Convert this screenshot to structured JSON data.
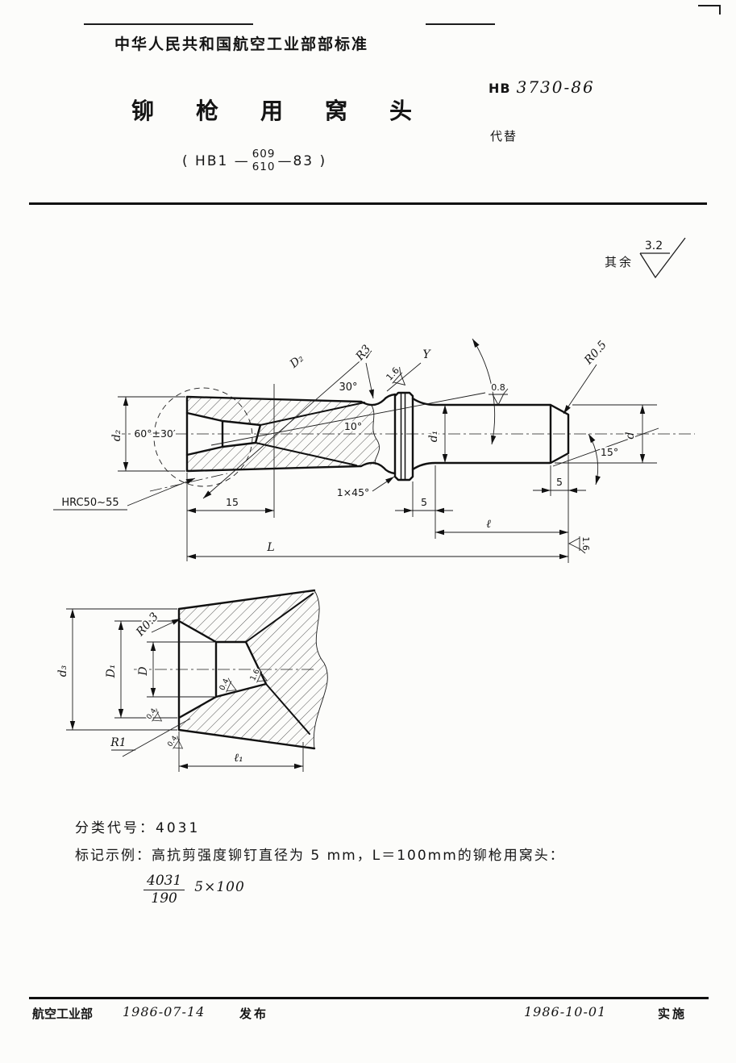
{
  "header": {
    "ministry_line": "中华人民共和国航空工业部部标准",
    "doc_title": "铆枪用窝头",
    "standard_code_prefix": "HB",
    "standard_code_number": "3730-86",
    "replaces_label": "代替",
    "old_code_open": "( HB1 —",
    "old_code_num_top": "609",
    "old_code_num_bottom": "610",
    "old_code_close": "—83 )"
  },
  "surface_note": {
    "prefix": "其余",
    "value": "3.2"
  },
  "main_view": {
    "dim_d2": "d₂",
    "angle_cone": "60°±30′",
    "dim_D2": "D₂",
    "angle_30": "30°",
    "angle_10": "10°",
    "radius_r3": "R3",
    "roughness_neck": "1.6",
    "label_y": "Y",
    "roughness_shaft": "0.8",
    "radius_r05": "R0.5",
    "dim_d1": "d₁",
    "dim_d": "d",
    "angle_15": "15°",
    "dim_5_right": "5",
    "dim_5_left": "5",
    "dim_l": "ℓ",
    "dim_L": "L",
    "dim_15": "15",
    "hardness": "HRC50~55",
    "chamfer": "1×45°",
    "roughness_end": "1.6"
  },
  "detail_view": {
    "dim_d3": "d₃",
    "dim_D1": "D₁",
    "dim_D": "D",
    "radius_r03": "R0.3",
    "radius_r1": "R1",
    "roughness_cavity_left": "0.4",
    "roughness_cavity_right": "1.6",
    "roughness_r1_upper": "0.4",
    "roughness_r1_lower": "0.4",
    "dim_l1": "ℓ₁"
  },
  "classification": {
    "label": "分类代号：",
    "value": "4031"
  },
  "marking_example": {
    "label": "标记示例：",
    "description": "高抗剪强度铆钉直径为 5 mm，L＝100mm的铆枪用窝头：",
    "code_numerator": "4031",
    "code_denominator": "190",
    "code_suffix": "5×100"
  },
  "footer": {
    "org": "航空工业部",
    "publish_date": "1986-07-14",
    "publish_label": "发布",
    "implement_date": "1986-10-01",
    "implement_label": "实施"
  }
}
